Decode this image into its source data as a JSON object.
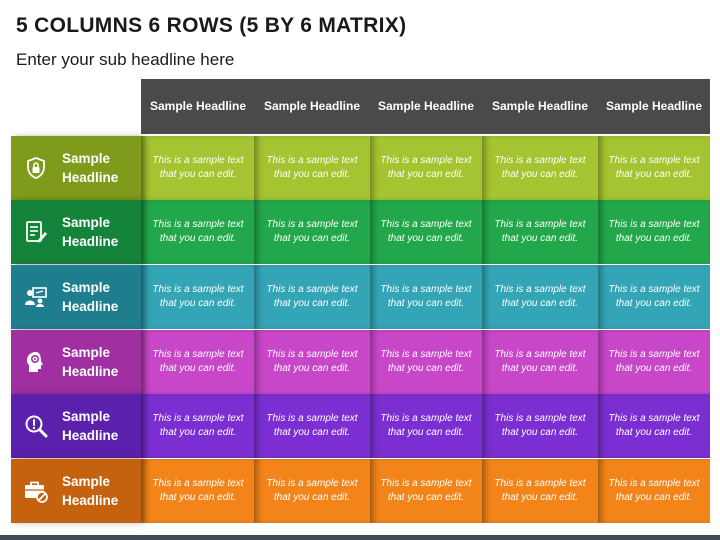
{
  "title": "5 COLUMNS 6 ROWS (5 BY 6 MATRIX)",
  "subtitle": "Enter your sub headline here",
  "columns": [
    {
      "label": "Sample Headline"
    },
    {
      "label": "Sample Headline"
    },
    {
      "label": "Sample Headline"
    },
    {
      "label": "Sample Headline"
    },
    {
      "label": "Sample Headline"
    }
  ],
  "rows": [
    {
      "label": "Sample Headline",
      "icon": "shield-lock-icon",
      "dark": "#7e9b1c",
      "light": "#a5c431"
    },
    {
      "label": "Sample Headline",
      "icon": "document-pen-icon",
      "dark": "#13843a",
      "light": "#22a84a"
    },
    {
      "label": "Sample Headline",
      "icon": "presentation-people-icon",
      "dark": "#1f7e8e",
      "light": "#34a5b6"
    },
    {
      "label": "Sample Headline",
      "icon": "head-gear-icon",
      "dark": "#a02fa2",
      "light": "#c847c9"
    },
    {
      "label": "Sample Headline",
      "icon": "magnifier-alert-icon",
      "dark": "#5c21ac",
      "light": "#7b2fd2"
    },
    {
      "label": "Sample Headline",
      "icon": "briefcase-block-icon",
      "dark": "#c46210",
      "light": "#f2841a"
    }
  ],
  "cell_text": "This is a sample text that you can edit.",
  "colors": {
    "header": "#4a4a4a",
    "bottom_bar": "#3d4a5a"
  }
}
